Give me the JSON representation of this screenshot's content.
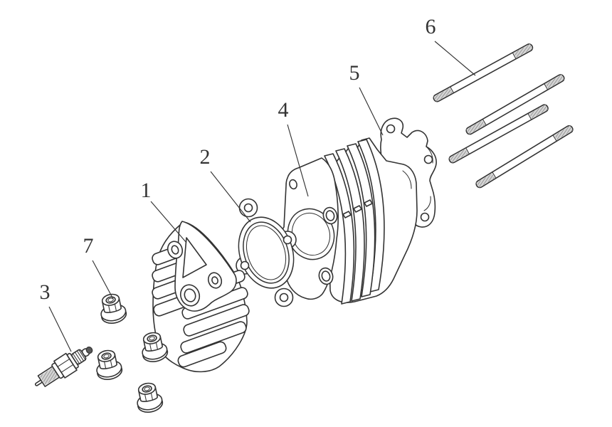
{
  "canvas": {
    "background": "#ffffff",
    "line_color": "#333333",
    "thread_shade": "#d4d4d4",
    "hatch_line": "#6b6b6b",
    "dark_tip": "#5a5a5a"
  },
  "callouts": [
    {
      "number": "1"
    },
    {
      "number": "2"
    },
    {
      "number": "3"
    },
    {
      "number": "4"
    },
    {
      "number": "5"
    },
    {
      "number": "6"
    },
    {
      "number": "7"
    }
  ]
}
